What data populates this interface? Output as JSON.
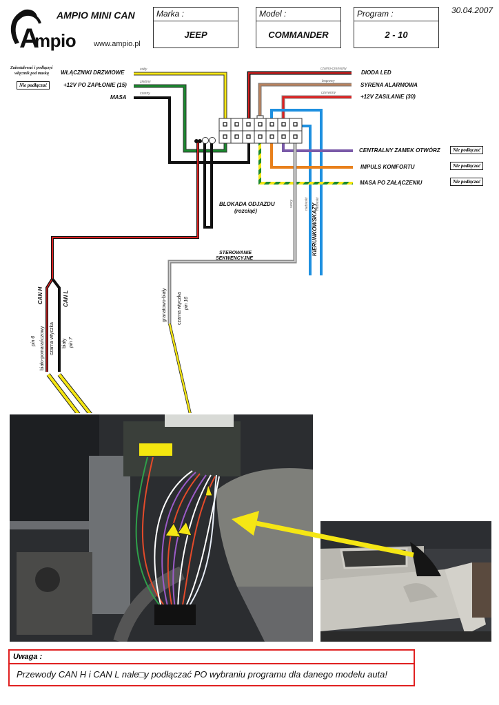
{
  "header": {
    "product_title": "AMPIO MINI CAN",
    "logo_text": "mpio",
    "logo_letter": "A",
    "website": "www.ampio.pl",
    "date": "30.04.2007"
  },
  "info_boxes": [
    {
      "label": "Marka :",
      "value": "JEEP"
    },
    {
      "label": "Model :",
      "value": "COMMANDER"
    },
    {
      "label": "Program :",
      "value": "2 - 10"
    }
  ],
  "left_wires": [
    {
      "function": "WŁĄCZNIKI DRZWIOWE",
      "color_name": "żółty",
      "color": "#f5e614",
      "note": "Zainstalować i podłączyć włącznik pod maską"
    },
    {
      "function": "+12V PO ZAPŁONIE (15)",
      "color_name": "zielony",
      "color": "#1a8a2e",
      "note": "Nie podłączać"
    },
    {
      "function": "MASA",
      "color_name": "czarny",
      "color": "#111111"
    }
  ],
  "right_top_wires": [
    {
      "function": "DIODA LED",
      "color_name": "czarno-czerwony",
      "color": "#d82020"
    },
    {
      "function": "SYRENA ALARMOWA",
      "color_name": "brązowy",
      "color": "#b8825e"
    },
    {
      "function": "+12V ZASILANIE (30)",
      "color_name": "czerwony",
      "color": "#e02020"
    }
  ],
  "right_bottom_wires": [
    {
      "function": "CENTRALNY ZAMEK OTWÓRZ",
      "color": "#7a5aa8",
      "note": "Nie podłączać"
    },
    {
      "function": "IMPULS KOMFORTU",
      "color": "#e8801c",
      "note": "Nie podłączać"
    },
    {
      "function": "MASA PO ZAŁĄCZENIU",
      "color": "#1a8a2e",
      "note": "Nie podłączać"
    }
  ],
  "labels": {
    "blokada": "BLOKADA ODJAZDU",
    "blokada_sub": "(rozciąć)",
    "sterowanie_1": "STEROWANIE",
    "sterowanie_2": "SEKWENCYJNE",
    "kierunkowskazy": "KIERUNKOWSKAZY",
    "szary": "szary",
    "niebieski_1": "niebieski",
    "niebieski_2": "niebieski"
  },
  "can": {
    "can_h": "CAN H",
    "can_l": "CAN L",
    "pin6": "pin 6",
    "bialo_pomaranczowy": "biało-pomarańczowy",
    "czarna_wtyczka": "czarna wtyczka",
    "bialy": "biały",
    "pin7": "pin 7"
  },
  "seq": {
    "granatowo_bialy": "granatowo-biały",
    "czarna_wtyczka": "czarna wtyczka",
    "pin16": "pin 16"
  },
  "warning": {
    "title": "Uwaga :",
    "text": "Przewody CAN H i CAN L nale□y podłączać PO wybraniu programu dla danego modelu auta!"
  },
  "colors": {
    "arrow": "#f5e614",
    "blue": "#1e90e0",
    "grey": "#a8a8a8",
    "warning_border": "#e02020"
  }
}
